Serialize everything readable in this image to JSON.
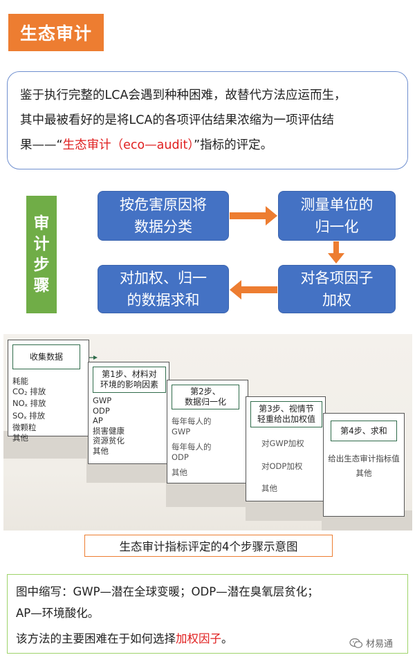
{
  "title": "生态审计",
  "intro": {
    "line1": "鉴于执行完整的LCA会遇到种种困难，故替代方法应运而生，",
    "line2": "其中最被看好的是将LCA的各项评估结果浓缩为一项评估结",
    "line3_pre": "果——“",
    "line3_highlight": "生态审计（eco—audit）",
    "line3_post": "”指标的评定。"
  },
  "steps_label": [
    "审",
    "计",
    "步",
    "骤"
  ],
  "flow": {
    "box1": [
      "按危害原因将",
      "数据分类"
    ],
    "box2": [
      "测量单位的",
      "归一化"
    ],
    "box3": [
      "对各项因子",
      "加权"
    ],
    "box4": [
      "对加权、归一",
      "的数据求和"
    ]
  },
  "diagram": {
    "card1": {
      "head": "收集数据",
      "items": [
        "耗能",
        "CO",
        "NO",
        "SO",
        "微颗粒",
        "其他"
      ],
      "subs": [
        "2",
        "x",
        "x"
      ],
      "suffix": "排放"
    },
    "card2": {
      "head": [
        "第1步、材料对",
        "环境的影响因素"
      ],
      "items": [
        "GWP",
        "ODP",
        "AP",
        "损害健康",
        "资源贫化",
        "其他"
      ]
    },
    "card3": {
      "head": [
        "第2步、",
        "数据归一化"
      ],
      "items": [
        "每年每人的",
        "GWP",
        "每年每人的",
        "ODP",
        "其他"
      ]
    },
    "card4": {
      "head": [
        "第3步、视情节",
        "轻重给出加权值"
      ],
      "items": [
        "对GWP加权",
        "对ODP加权",
        "其他"
      ]
    },
    "card5": {
      "head": "第4步、求和",
      "items": [
        "给出生态审计指标值",
        "其他"
      ]
    }
  },
  "caption": "生态审计指标评定的4个步骤示意图",
  "note": {
    "line1": "图中缩写：GWP—潜在全球变暖；ODP—潜在臭氧层贫化；",
    "line2": "AP—环境酸化。",
    "line3_pre": "该方法的主要困难在于如何选择",
    "line3_highlight": "加权因子",
    "line3_post": "。"
  },
  "watermark": "材易通",
  "colors": {
    "orange": "#ed7d31",
    "blue": "#4472c4",
    "green": "#70ad47",
    "red": "#e02020"
  }
}
